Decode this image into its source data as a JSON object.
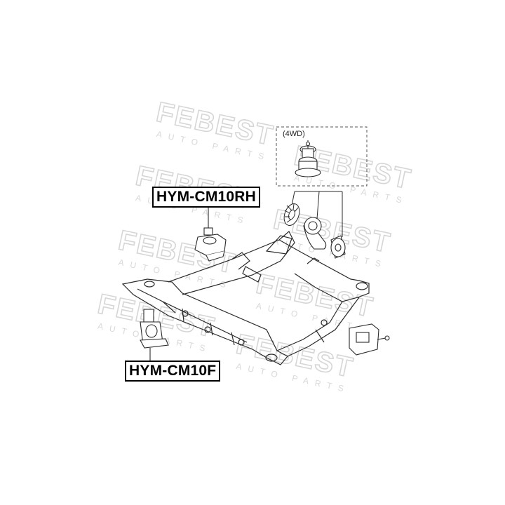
{
  "watermark": {
    "brand": "FEBEST",
    "tagline": "AUTO PARTS"
  },
  "callouts": {
    "variant_note": "(4WD)"
  },
  "labels": {
    "right_mount": "HYM-CM10RH",
    "front_mount": "HYM-CM10F"
  },
  "colors": {
    "line": "#2a2a2a",
    "watermark": "#dcdcdc",
    "label_border": "#000000"
  }
}
